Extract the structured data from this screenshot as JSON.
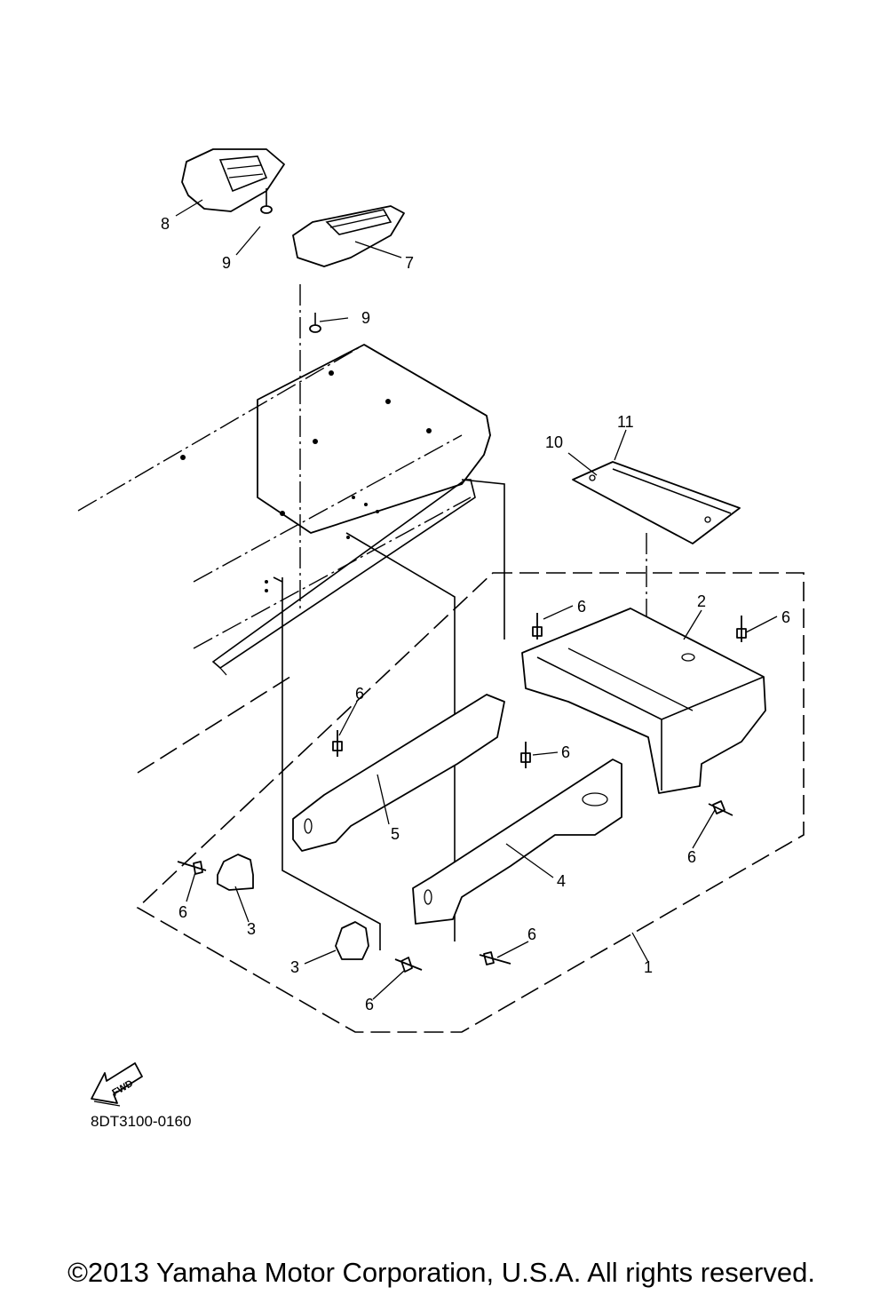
{
  "callouts": [
    "1",
    "2",
    "3",
    "3",
    "4",
    "5",
    "6",
    "6",
    "6",
    "6",
    "6",
    "6",
    "6",
    "6",
    "7",
    "8",
    "9",
    "9",
    "10",
    "11"
  ],
  "fwd_arrow_text": "FWD",
  "diagram_code": "8DT3100-0160",
  "copyright": "©2013 Yamaha Motor Corporation, U.S.A. All rights reserved."
}
